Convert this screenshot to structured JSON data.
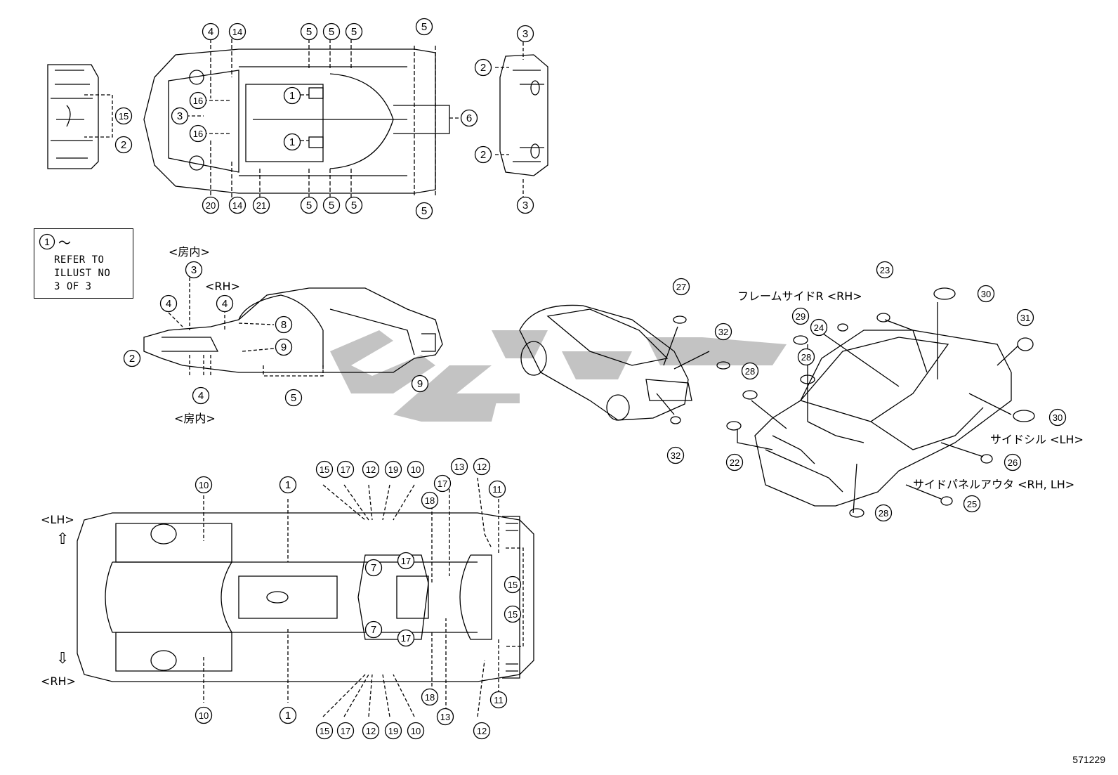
{
  "diagram_number": "571229",
  "watermark_text": "ناکاد",
  "reference_box": {
    "marker": "1",
    "tilde": "～",
    "lines": [
      "REFER TO",
      "ILLUST NO",
      "3 OF 3"
    ]
  },
  "labels": {
    "interior_top": "<房内>",
    "interior_bottom": "<房内>",
    "rh_side": "<RH>",
    "lh_left": "<LH>",
    "rh_left": "<RH>",
    "frame_side_r": "フレームサイドR <RH>",
    "side_sill": "サイドシル <LH>",
    "side_panel_outer": "サイドパネルアウタ <RH, LH>",
    "arrow_up": "⇧",
    "arrow_down": "⇩"
  },
  "callouts": {
    "top_view": [
      "4",
      "14",
      "5",
      "5",
      "5",
      "5",
      "1",
      "1",
      "16",
      "3",
      "16",
      "20",
      "14",
      "21",
      "5",
      "5",
      "5",
      "5",
      "6",
      "15",
      "2"
    ],
    "end_view": [
      "3",
      "2",
      "2",
      "3"
    ],
    "side_view": [
      "3",
      "4",
      "4",
      "2",
      "4",
      "8",
      "9",
      "5",
      "9"
    ],
    "underbody": [
      "10",
      "1",
      "15",
      "17",
      "12",
      "19",
      "10",
      "13",
      "12",
      "18",
      "17",
      "11",
      "7",
      "17",
      "15",
      "15",
      "7",
      "17",
      "10",
      "1",
      "15",
      "17",
      "12",
      "19",
      "10",
      "13",
      "12",
      "18",
      "11"
    ],
    "iso_view": [
      "27",
      "32",
      "32",
      "23",
      "30",
      "31",
      "29",
      "24",
      "28",
      "28",
      "30",
      "26",
      "22",
      "28",
      "25"
    ]
  },
  "colors": {
    "line": "#000000",
    "watermark": "#bdbdbd",
    "background": "#ffffff"
  }
}
